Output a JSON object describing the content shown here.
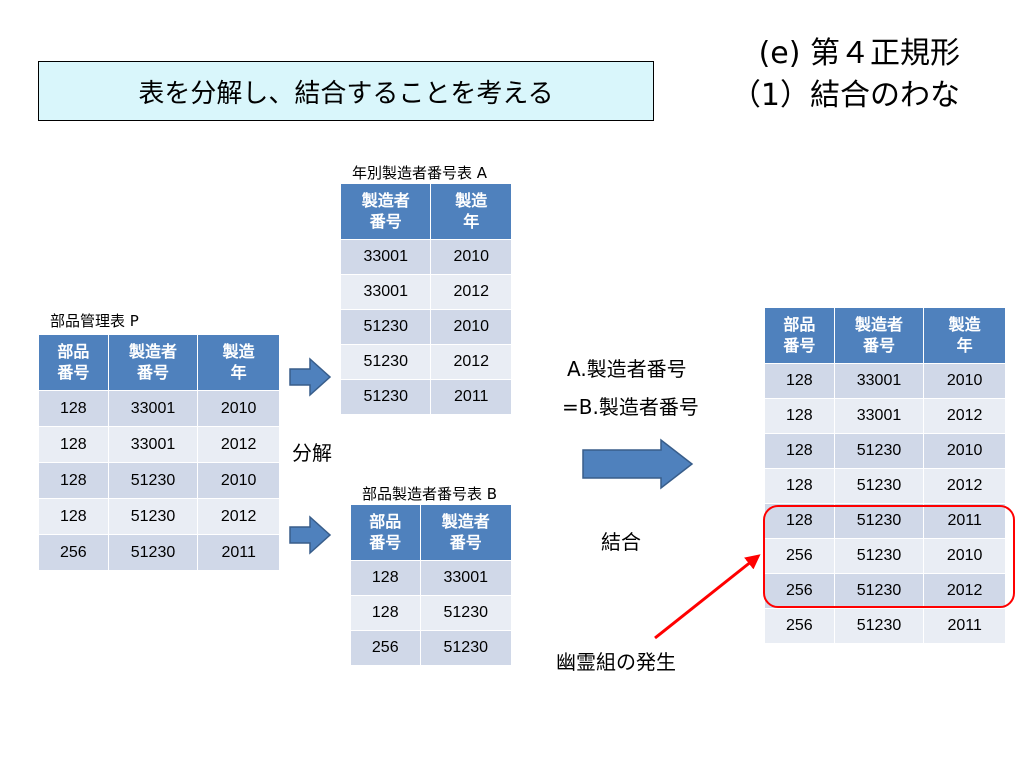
{
  "slide": {
    "title_line1": "(e) 第４正規形",
    "title_line2": "（1）結合のわな",
    "banner": "表を分解し、結合することを考える"
  },
  "table_p": {
    "caption": "部品管理表  P",
    "headers": [
      "部品\n番号",
      "製造者\n番号",
      "製造\n年"
    ],
    "rows": [
      [
        "128",
        "33001",
        "2010"
      ],
      [
        "128",
        "33001",
        "2012"
      ],
      [
        "128",
        "51230",
        "2010"
      ],
      [
        "128",
        "51230",
        "2012"
      ],
      [
        "256",
        "51230",
        "2011"
      ]
    ]
  },
  "table_a": {
    "caption": "年別製造者番号表 A",
    "headers": [
      "製造者\n番号",
      "製造\n年"
    ],
    "rows": [
      [
        "33001",
        "2010"
      ],
      [
        "33001",
        "2012"
      ],
      [
        "51230",
        "2010"
      ],
      [
        "51230",
        "2012"
      ],
      [
        "51230",
        "2011"
      ]
    ]
  },
  "table_b": {
    "caption": "部品製造者番号表  B",
    "headers": [
      "部品\n番号",
      "製造者\n番号"
    ],
    "rows": [
      [
        "128",
        "33001"
      ],
      [
        "128",
        "51230"
      ],
      [
        "256",
        "51230"
      ]
    ]
  },
  "table_result": {
    "headers": [
      "部品\n番号",
      "製造者\n番号",
      "製造\n年"
    ],
    "rows": [
      [
        "128",
        "33001",
        "2010"
      ],
      [
        "128",
        "33001",
        "2012"
      ],
      [
        "128",
        "51230",
        "2010"
      ],
      [
        "128",
        "51230",
        "2012"
      ],
      [
        "128",
        "51230",
        "2011"
      ],
      [
        "256",
        "51230",
        "2010"
      ],
      [
        "256",
        "51230",
        "2012"
      ],
      [
        "256",
        "51230",
        "2011"
      ]
    ]
  },
  "labels": {
    "decompose": "分解",
    "join_condition_1": "A.製造者番号",
    "join_condition_2": "=B.製造者番号",
    "join": "結合",
    "ghost": "幽霊組の発生"
  },
  "colors": {
    "header": "#4f81bd",
    "row_dark": "#d0d8e8",
    "row_light": "#e9edf4",
    "arrow_fill": "#4f81bd",
    "highlight": "#ff0000",
    "banner_bg": "#d9f6fb"
  }
}
